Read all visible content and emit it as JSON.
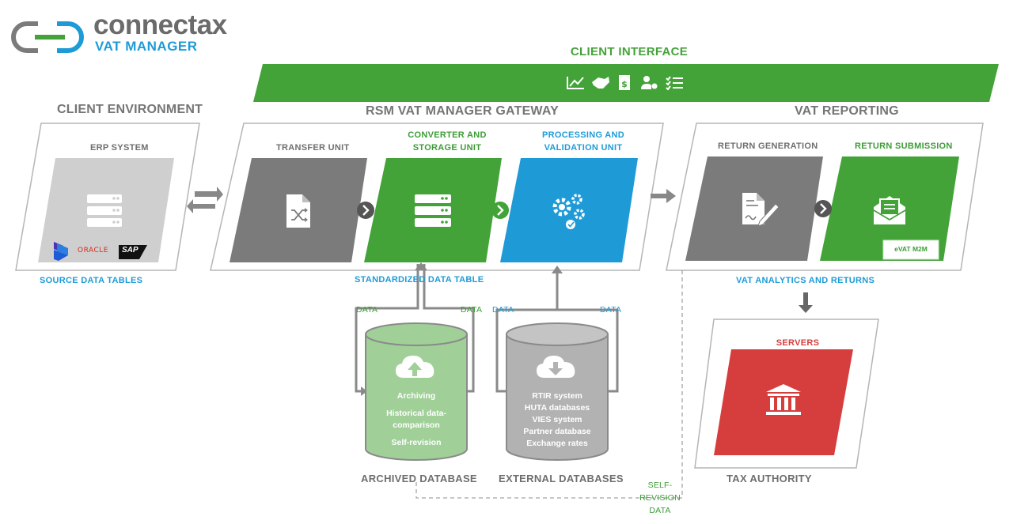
{
  "logo": {
    "brand": "connectax",
    "product": "VAT MANAGER"
  },
  "client_interface": {
    "title": "CLIENT INTERFACE"
  },
  "client_environment": {
    "title": "CLIENT ENVIRONMENT",
    "erp_label": "ERP SYSTEM",
    "vendors": [
      "ORACLE",
      "SAP"
    ],
    "caption": "SOURCE DATA TABLES"
  },
  "gateway": {
    "title": "RSM VAT MANAGER GATEWAY",
    "transfer_unit": "TRANSFER UNIT",
    "converter_unit": [
      "CONVERTER AND",
      "STORAGE UNIT"
    ],
    "processing_unit": [
      "PROCESSING AND",
      "VALIDATION UNIT"
    ],
    "caption": "STANDARDIZED DATA TABLE"
  },
  "vat_reporting": {
    "title": "VAT REPORTING",
    "return_generation": "RETURN GENERATION",
    "return_submission": "RETURN SUBMISSION",
    "evat_badge": "eVAT M2M",
    "caption": "VAT ANALYTICS AND RETURNS"
  },
  "data_labels": {
    "data": "DATA"
  },
  "archived_db": {
    "items": [
      "Archiving",
      "Historical data-",
      "comparison",
      "Self-revision"
    ],
    "caption": "ARCHIVED DATABASE"
  },
  "external_db": {
    "items": [
      "RTIR system",
      "HUTA databases",
      "VIES system",
      "Partner database",
      "Exchange rates"
    ],
    "caption": "EXTERNAL DATABASES"
  },
  "self_revision": [
    "SELF-",
    "REVISION",
    "DATA"
  ],
  "tax_authority": {
    "servers": "SERVERS",
    "caption": "TAX AUTHORITY"
  },
  "colors": {
    "green": "#3d9c37",
    "blue": "#1e9bd7",
    "gray": "#777777",
    "red": "#d63d3d"
  }
}
